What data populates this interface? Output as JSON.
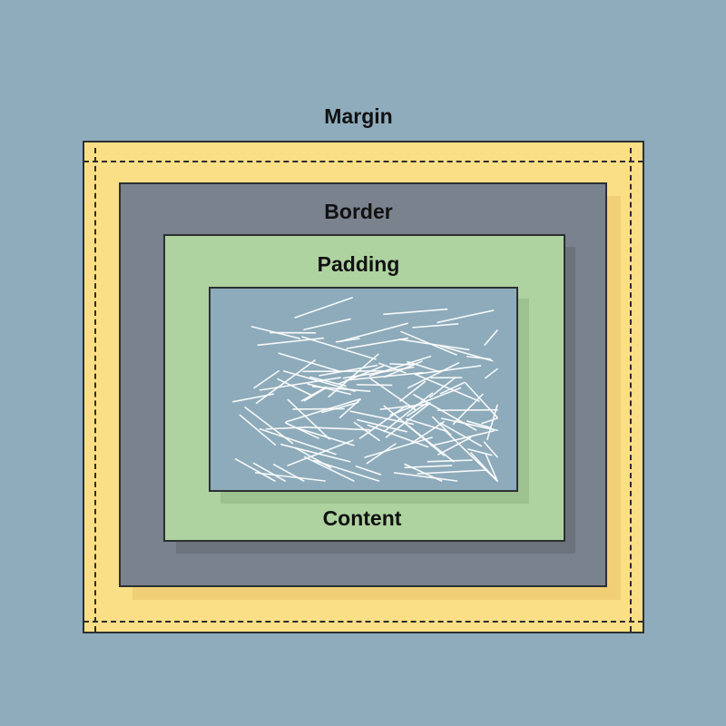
{
  "labels": {
    "margin": "Margin",
    "border": "Border",
    "padding": "Padding",
    "content": "Content"
  },
  "colors": {
    "background": "#8eacbb",
    "margin": "#fbdf86",
    "border": "#7a828e",
    "padding": "#aed3a0",
    "content": "#8dabba",
    "strokes": "#ffffff"
  }
}
